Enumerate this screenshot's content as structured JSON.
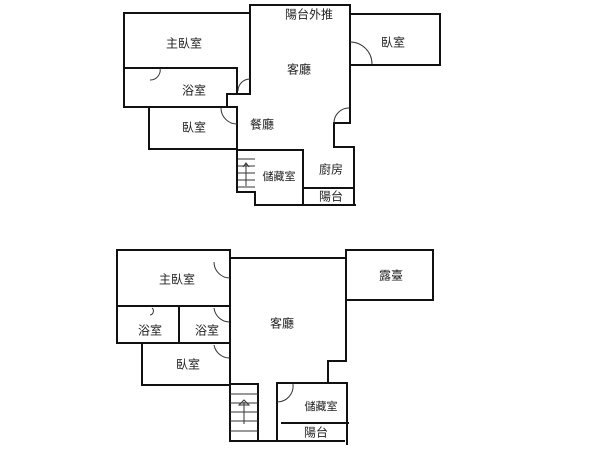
{
  "upper_floor": {
    "balcony_extension": "陽台外推",
    "master_bedroom": "主臥室",
    "bedroom_right": "臥室",
    "living_room": "客廳",
    "bathroom": "浴室",
    "bedroom_left": "臥室",
    "dining_room": "餐廳",
    "storage": "儲藏室",
    "kitchen": "廚房",
    "balcony": "陽台"
  },
  "lower_floor": {
    "master_bedroom": "主臥室",
    "terrace": "露臺",
    "living_room": "客廳",
    "bathroom_1": "浴室",
    "bathroom_2": "浴室",
    "bedroom": "臥室",
    "storage": "儲藏室",
    "balcony": "陽台"
  }
}
